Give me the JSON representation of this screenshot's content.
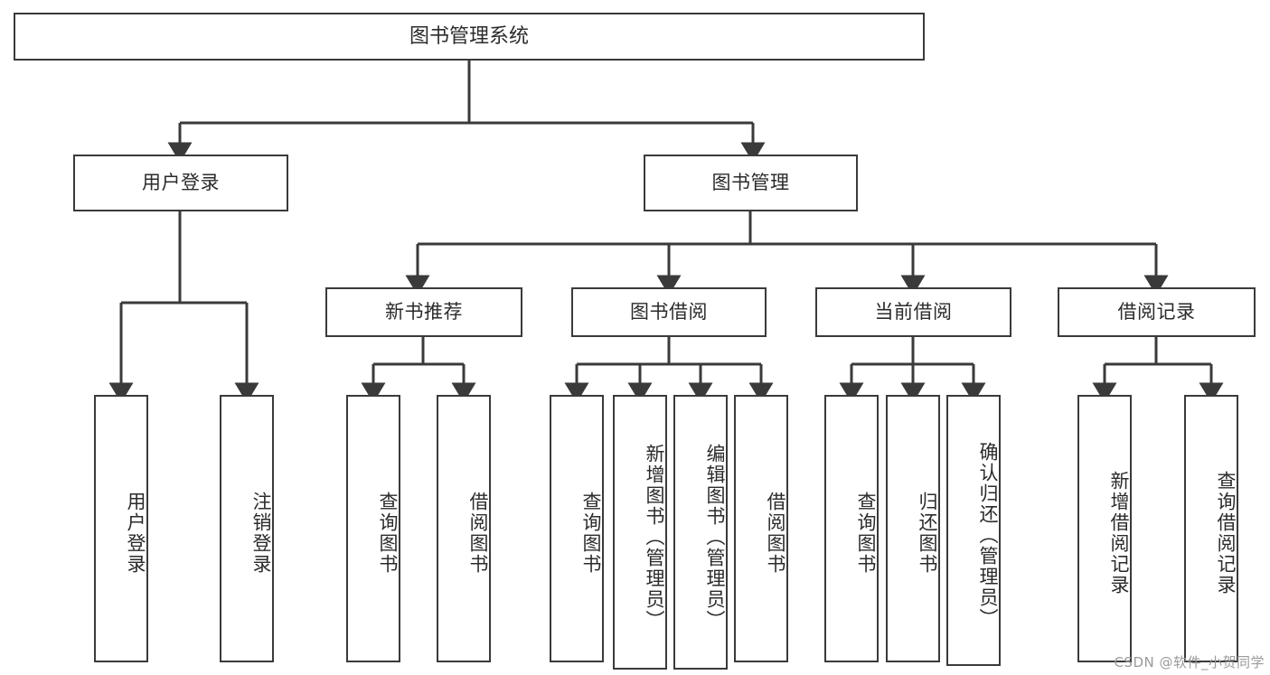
{
  "diagram": {
    "title": "图书管理系统",
    "type": "tree-hierarchy",
    "watermark": "CSDN @软件_小贺同学",
    "colors": {
      "box_border": "#3a3a3a",
      "box_fill": "#ffffff",
      "text": "#2b2b2b",
      "connector": "#3a3a3a",
      "watermark": "#9a9a9a",
      "background": "#ffffff"
    },
    "root": {
      "label": "图书管理系统"
    },
    "level1": [
      {
        "label": "用户登录"
      },
      {
        "label": "图书管理"
      }
    ],
    "level2": [
      {
        "label": "新书推荐"
      },
      {
        "label": "图书借阅"
      },
      {
        "label": "当前借阅"
      },
      {
        "label": "借阅记录"
      }
    ],
    "leaves": {
      "user_login": [
        {
          "label": "用户登录"
        },
        {
          "label": "注销登录"
        }
      ],
      "new_book_recommend": [
        {
          "label": "查询图书"
        },
        {
          "label": "借阅图书"
        }
      ],
      "book_borrow": [
        {
          "label": "查询图书"
        },
        {
          "label": "新增图书（管理员）"
        },
        {
          "label": "编辑图书（管理员）"
        },
        {
          "label": "借阅图书"
        }
      ],
      "current_borrow": [
        {
          "label": "查询图书"
        },
        {
          "label": "归还图书"
        },
        {
          "label": "确认归还（管理员）"
        }
      ],
      "borrow_record": [
        {
          "label": "新增借阅记录"
        },
        {
          "label": "查询借阅记录"
        }
      ]
    }
  }
}
